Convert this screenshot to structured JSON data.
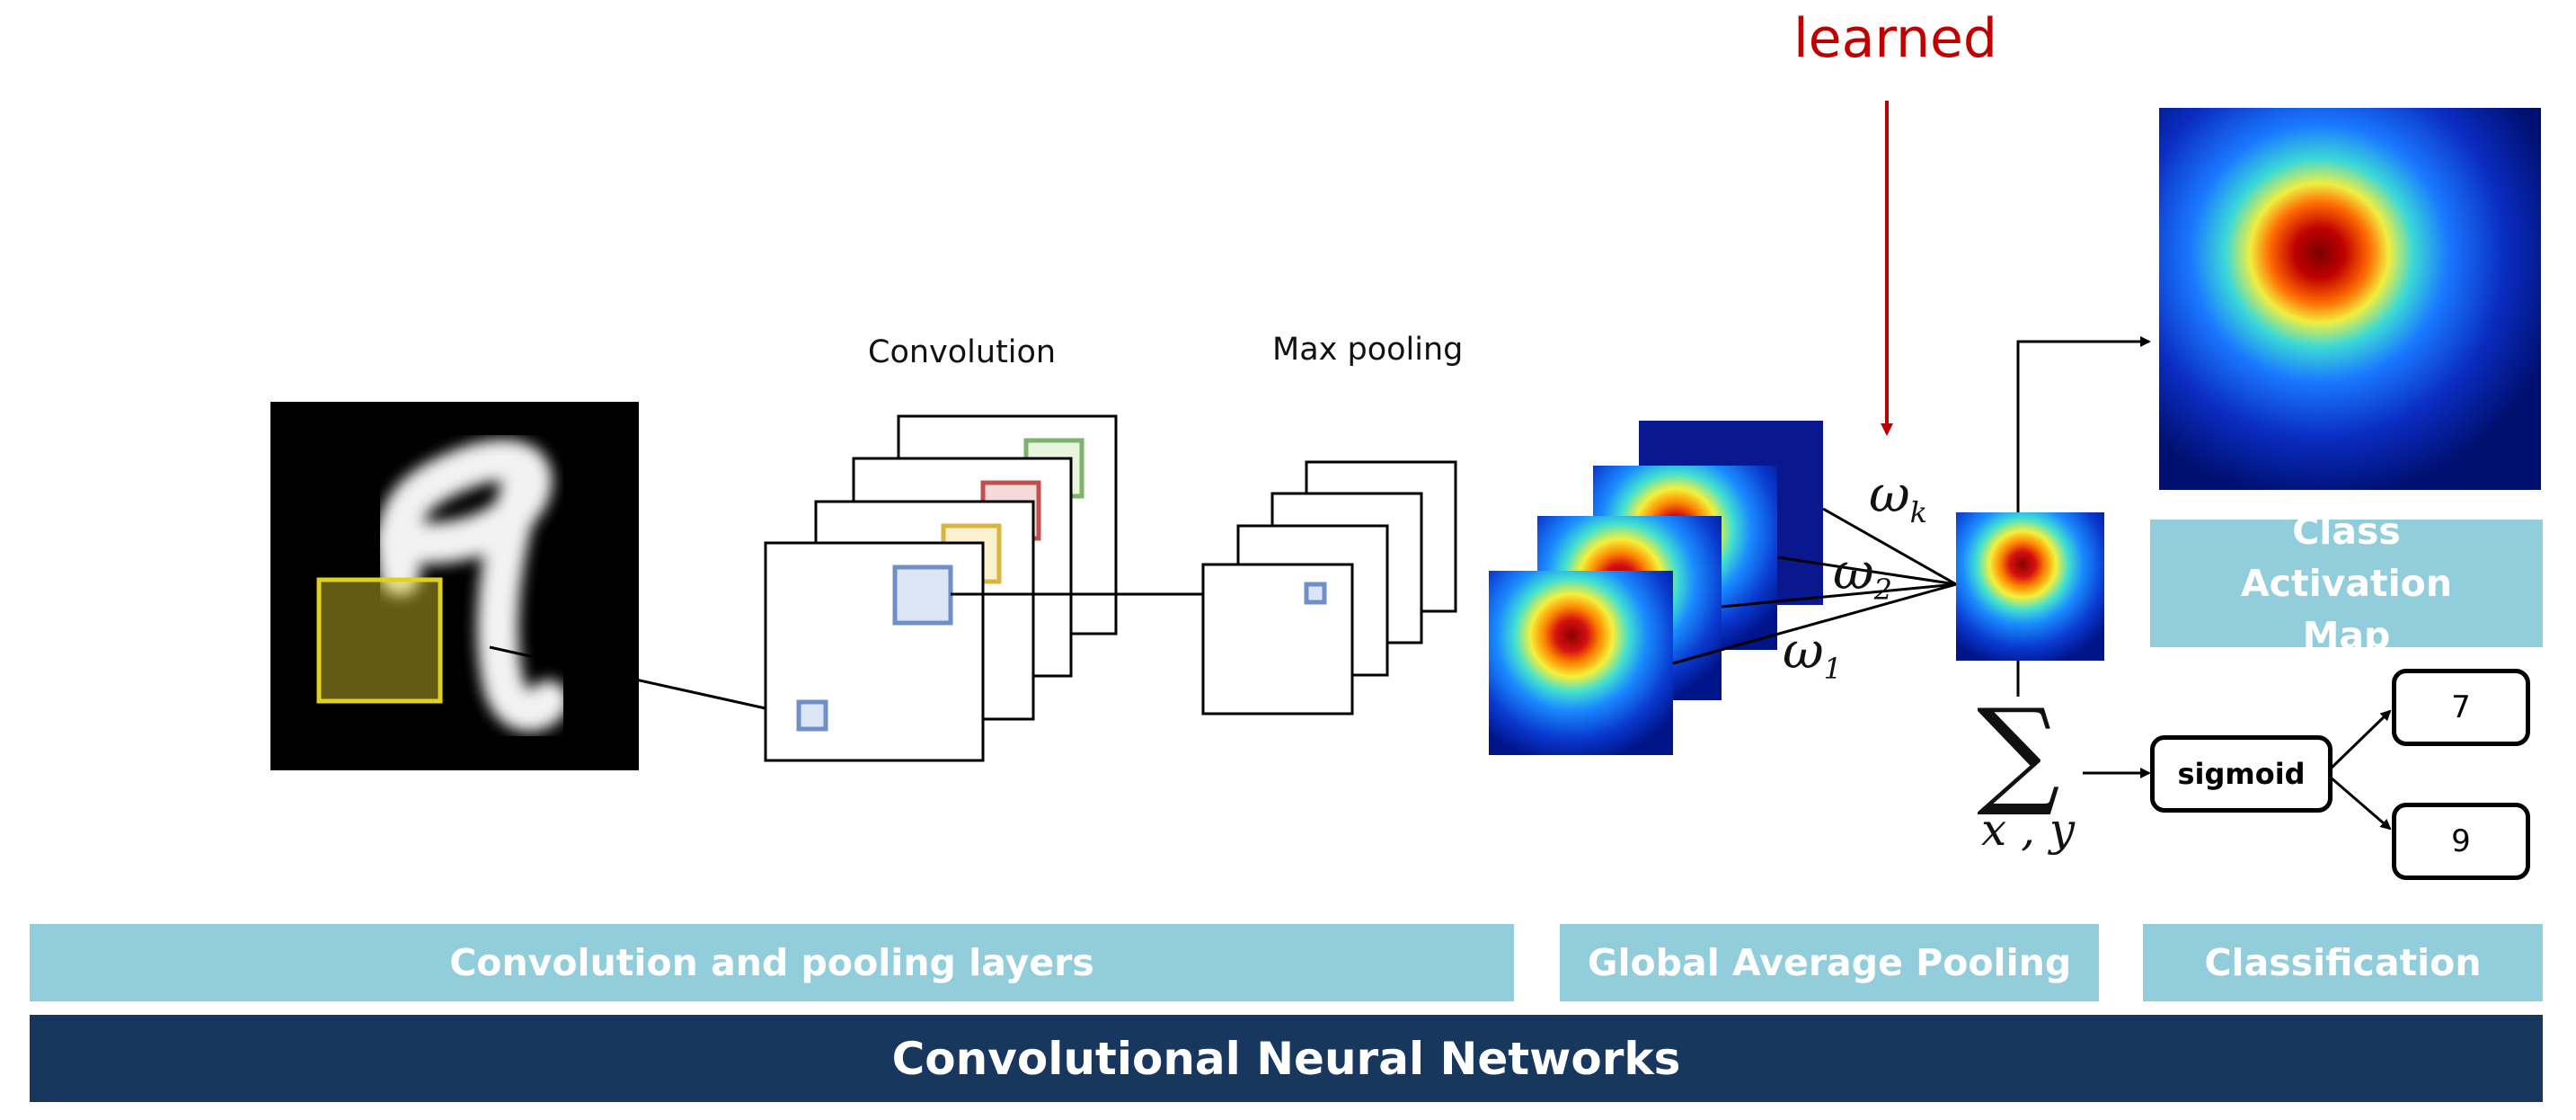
{
  "labels": {
    "convolution": "Convolution",
    "max_pooling": "Max pooling",
    "learned": "learned",
    "omega_k": "k",
    "omega_2": "2",
    "omega_1": "1",
    "omega_symbol": "ω",
    "sum_symbol": "∑",
    "sum_sub": "x , y"
  },
  "boxes": {
    "cam": "Class Activation Map",
    "sigmoid": "sigmoid",
    "out_7": "7",
    "out_9": "9"
  },
  "bands": {
    "conv_pool": "Convolution and pooling layers",
    "gap": "Global Average Pooling",
    "classification": "Classification",
    "cnn": "Convolutional Neural Networks"
  },
  "colors": {
    "learned_red": "#c00000",
    "band_light": "#92cddc",
    "band_dark": "#17375e",
    "kernel_yellow": "#d6c92a",
    "kernel_blue": "#6f8fc8"
  }
}
